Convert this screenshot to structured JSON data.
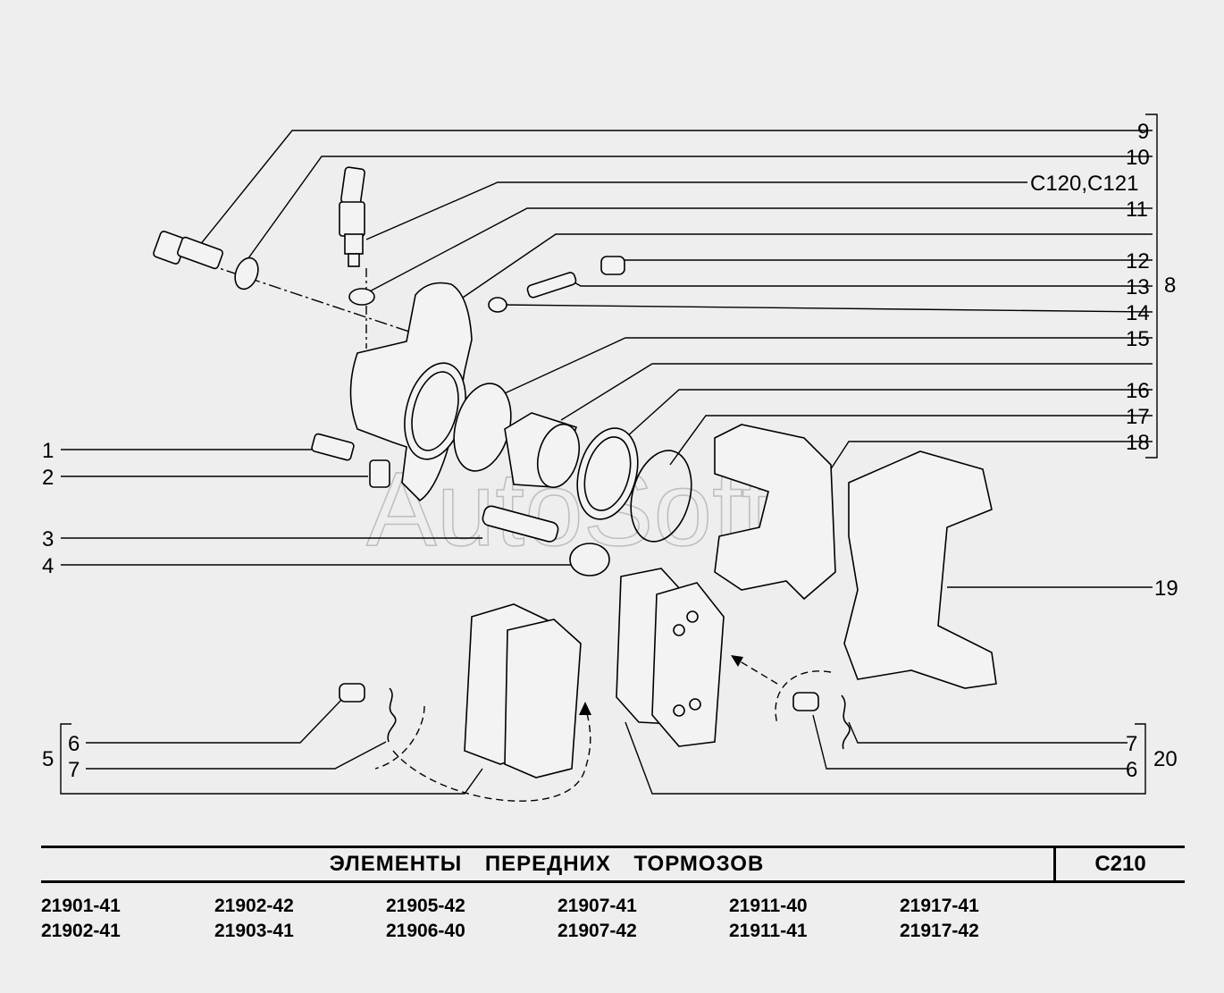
{
  "watermark": "AutoSoft",
  "callouts": {
    "c1": "1",
    "c2": "2",
    "c3": "3",
    "c4": "4",
    "c5": "5",
    "c6_left": "6",
    "c7_left": "7",
    "c9": "9",
    "c10": "10",
    "c_ref": "С120,С121",
    "c11": "11",
    "c12": "12",
    "c13": "13",
    "c8": "8",
    "c14": "14",
    "c15": "15",
    "c16": "16",
    "c17": "17",
    "c18": "18",
    "c19": "19",
    "c7_right": "7",
    "c6_right": "6",
    "c20": "20"
  },
  "title_block": {
    "title": "ЭЛЕМЕНТЫ ПЕРЕДНИХ ТОРМОЗОВ",
    "page_code": "С210"
  },
  "models": [
    [
      "21901-41",
      "21902-41"
    ],
    [
      "21902-42",
      "21903-41"
    ],
    [
      "21905-42",
      "21906-40"
    ],
    [
      "21907-41",
      "21907-42"
    ],
    [
      "21911-40",
      "21911-41"
    ],
    [
      "21917-41",
      "21917-42"
    ]
  ]
}
